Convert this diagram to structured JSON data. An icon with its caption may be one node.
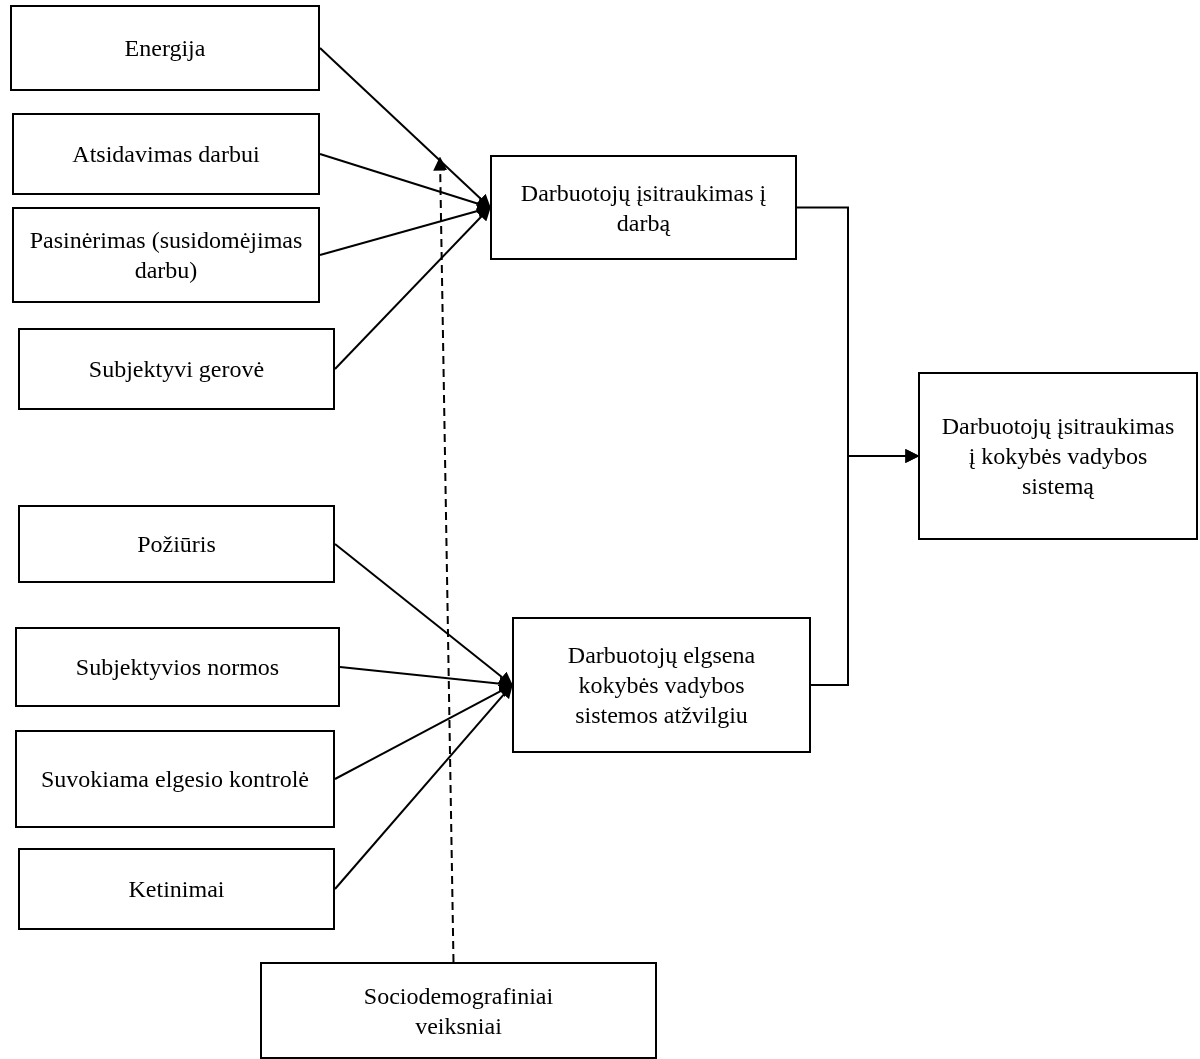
{
  "diagram": {
    "nodes": [
      {
        "text": [
          "Energija"
        ]
      },
      {
        "text": [
          "Atsidavimas darbui"
        ]
      },
      {
        "text": [
          "Pasinėrimas (susidomėjimas darbu)"
        ]
      },
      {
        "text": [
          "Subjektyvi gerovė"
        ]
      },
      {
        "text": [
          "Darbuotojų įsitraukimas į darbą"
        ]
      },
      {
        "text": [
          "Požiūris"
        ]
      },
      {
        "text": [
          "Subjektyvios normos"
        ]
      },
      {
        "text": [
          "Suvokiama elgesio kontrolė"
        ]
      },
      {
        "text": [
          "Ketinimai"
        ]
      },
      {
        "text": [
          "Darbuotojų elgsena kokybės vadybos sistemos atžvilgiu"
        ]
      },
      {
        "text": [
          "Darbuotojų įsitraukimas į kokybės vadybos sistemą"
        ]
      },
      {
        "text": [
          "Sociodemografiniai veiksniai"
        ]
      }
    ],
    "edges": [
      {
        "from": 0,
        "to": 4,
        "arrow": "to"
      },
      {
        "from": 1,
        "to": 4,
        "arrow": "to"
      },
      {
        "from": 2,
        "to": 4,
        "arrow": "to"
      },
      {
        "from": 3,
        "to": 4,
        "arrow": "to"
      },
      {
        "from": 5,
        "to": 9,
        "arrow": "to"
      },
      {
        "from": 6,
        "to": 9,
        "arrow": "to"
      },
      {
        "from": 7,
        "to": 9,
        "arrow": "to"
      },
      {
        "from": 8,
        "to": 9,
        "arrow": "to"
      },
      {
        "from": 4,
        "to": 10,
        "arrow": "to"
      },
      {
        "from": 9,
        "to": 10,
        "arrow": "to"
      },
      {
        "from": 11,
        "to": null,
        "arrow": "to",
        "style": "dashed"
      }
    ]
  }
}
